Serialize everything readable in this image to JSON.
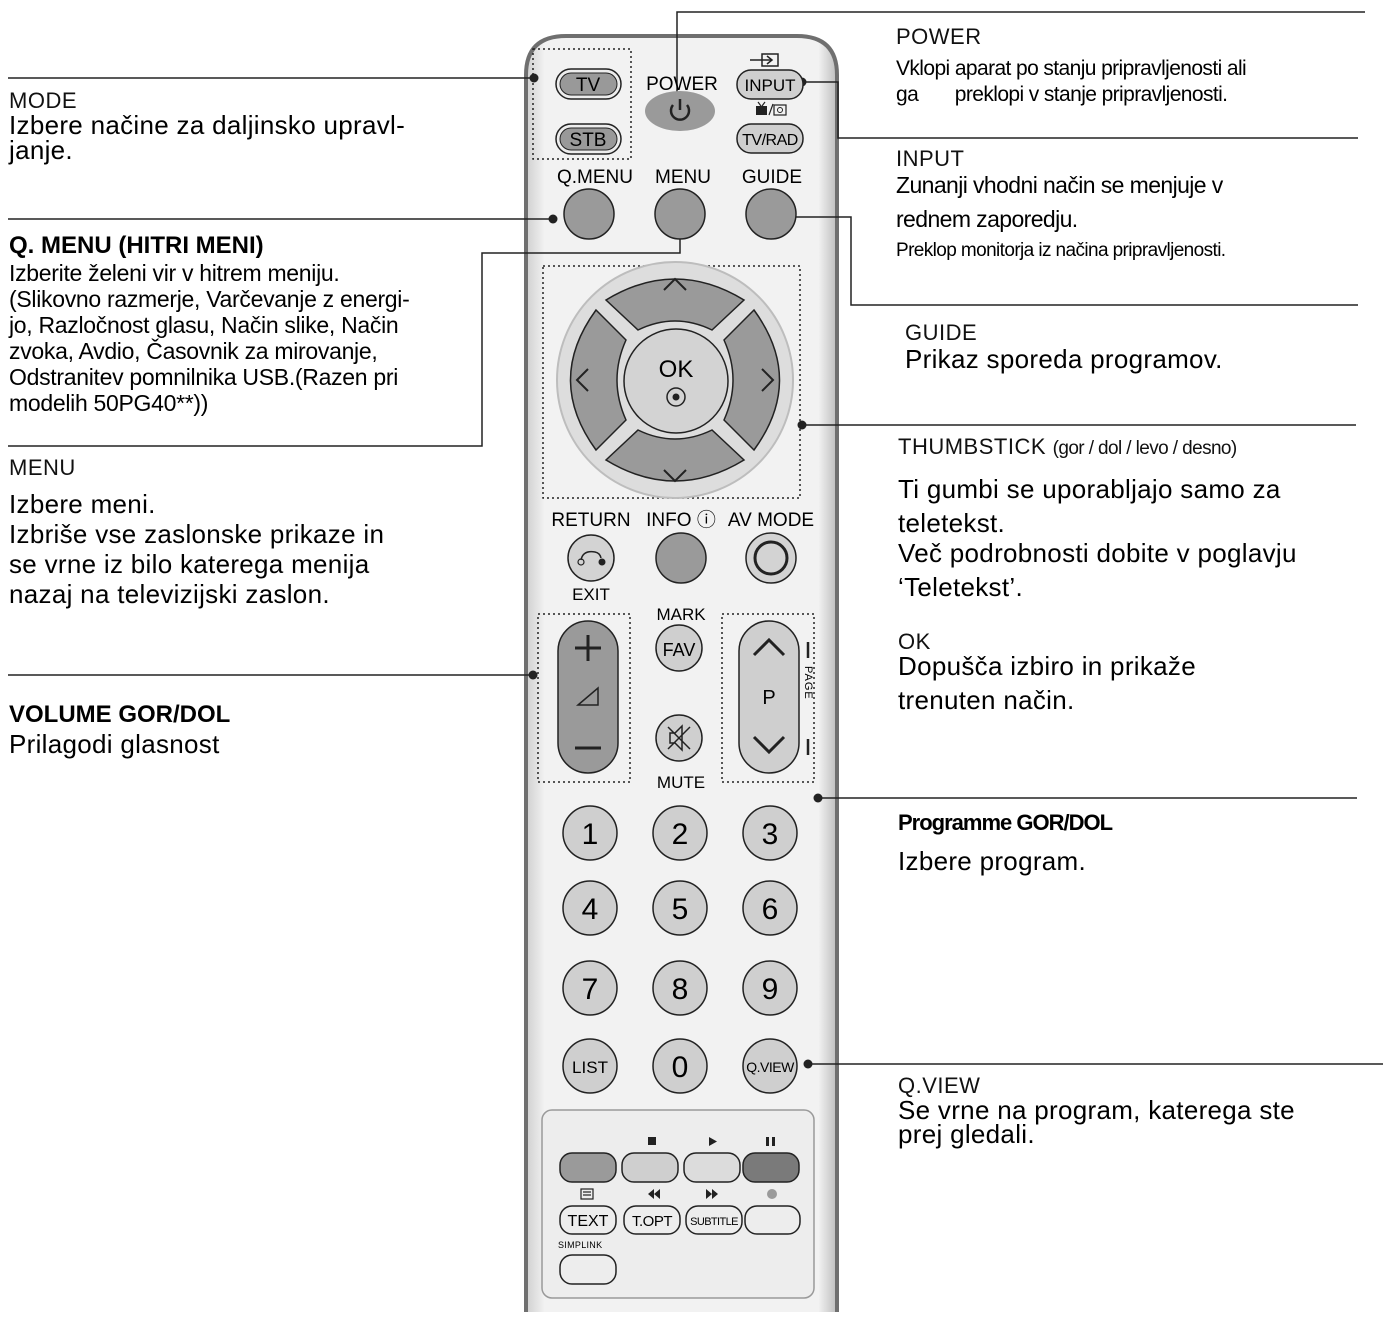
{
  "remote": {
    "buttons": {
      "tv": "TV",
      "stb": "STB",
      "input": "INPUT",
      "tv_rad": "TV/RAD",
      "ok": "OK",
      "p": "P",
      "fav": "FAV",
      "num_1": "1",
      "num_2": "2",
      "num_3": "3",
      "num_4": "4",
      "num_5": "5",
      "num_6": "6",
      "num_7": "7",
      "num_8": "8",
      "num_9": "9",
      "num_0": "0",
      "list": "LIST",
      "q_view": "Q.VIEW",
      "text": "TEXT",
      "t_opt": "T.OPT",
      "subtitle": "SUBTITLE"
    },
    "labels": {
      "power": "POWER",
      "q_menu": "Q.MENU",
      "menu": "MENU",
      "guide": "GUIDE",
      "return": "RETURN",
      "info": "INFO ⓘ",
      "av_mode": "AV MODE",
      "exit": "EXIT",
      "mark": "MARK",
      "mute": "MUTE",
      "page": "PAGE",
      "simplink": "SIMPLINK"
    },
    "colors": {
      "body": "#eeeeee",
      "body_edge": "#6f6f6f",
      "button": "#9a9a9a",
      "button_light": "#cfcfcf",
      "button_dark": "#7a7a7a"
    }
  },
  "annotations": {
    "mode": {
      "heading": "MODE",
      "lines": [
        "Izbere načine za daljinsko upravl-",
        "janje."
      ]
    },
    "q_menu": {
      "heading": "Q. MENU (HITRI MENI)",
      "lines": [
        "Izberite želeni vir v hitrem meniju.",
        "(Slikovno razmerje, Varčevanje z energi-",
        "jo, Razločnost glasu, Način slike, Način",
        "zvoka, Avdio, Časovnik za mirovanje,",
        "Odstranitev pomnilnika USB.(Razen pri",
        "modelih 50PG40**))"
      ]
    },
    "menu": {
      "heading": "MENU",
      "lines": [
        "Izbere meni.",
        "Izbriše vse zaslonske prikaze in",
        "se vrne iz bilo katerega menija",
        "nazaj na televizijski zaslon."
      ]
    },
    "volume": {
      "heading": "VOLUME GOR/DOL",
      "lines": [
        "Prilagodi glasnost"
      ]
    },
    "power": {
      "heading": "POWER",
      "lines": [
        "Vklopi aparat po stanju pripravljenosti ali",
        "ga       preklopi v stanje pripravljenosti."
      ]
    },
    "input": {
      "heading": "INPUT",
      "lines": [
        "Zunanji vhodni način se menjuje v",
        "rednem zaporedju."
      ],
      "note": "Preklop monitorja iz načina pripravljenosti."
    },
    "guide": {
      "heading": "GUIDE",
      "lines": [
        "Prikaz sporeda programov."
      ]
    },
    "thumbstick": {
      "heading": "THUMBSTICK",
      "sub": "(gor / dol / levo / desno)",
      "lines": [
        "Ti gumbi se uporabljajo samo za",
        "teletekst.",
        "Več podrobnosti dobite v poglavju",
        "‘Teletekst’."
      ]
    },
    "ok": {
      "heading": "OK",
      "lines": [
        "Dopušča izbiro in prikaže",
        "trenuten način."
      ]
    },
    "programme": {
      "heading": "Programme GOR/DOL",
      "lines": [
        "Izbere program."
      ]
    },
    "q_view": {
      "heading": "Q.VIEW",
      "lines": [
        "Se vrne na program, katerega ste",
        "prej gledali."
      ]
    }
  }
}
